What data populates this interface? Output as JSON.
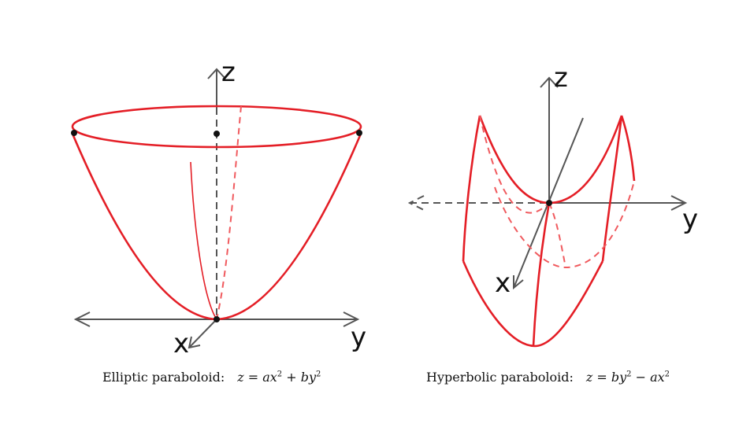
{
  "colors": {
    "surface": "#e41e26",
    "axes": "#555555",
    "text": "#111111"
  },
  "left_figure": {
    "labels": {
      "z": "z",
      "y": "y",
      "x": "x"
    },
    "caption_name": "Elliptic paraboloid:",
    "caption_eq_lhs": "z = ax",
    "caption_eq_mid": " + by",
    "exp": "2"
  },
  "right_figure": {
    "labels": {
      "z": "z",
      "y": "y",
      "x": "x"
    },
    "caption_name": "Hyperbolic paraboloid:",
    "caption_eq_lhs": "z = by",
    "caption_eq_mid": " − ax",
    "exp": "2"
  }
}
